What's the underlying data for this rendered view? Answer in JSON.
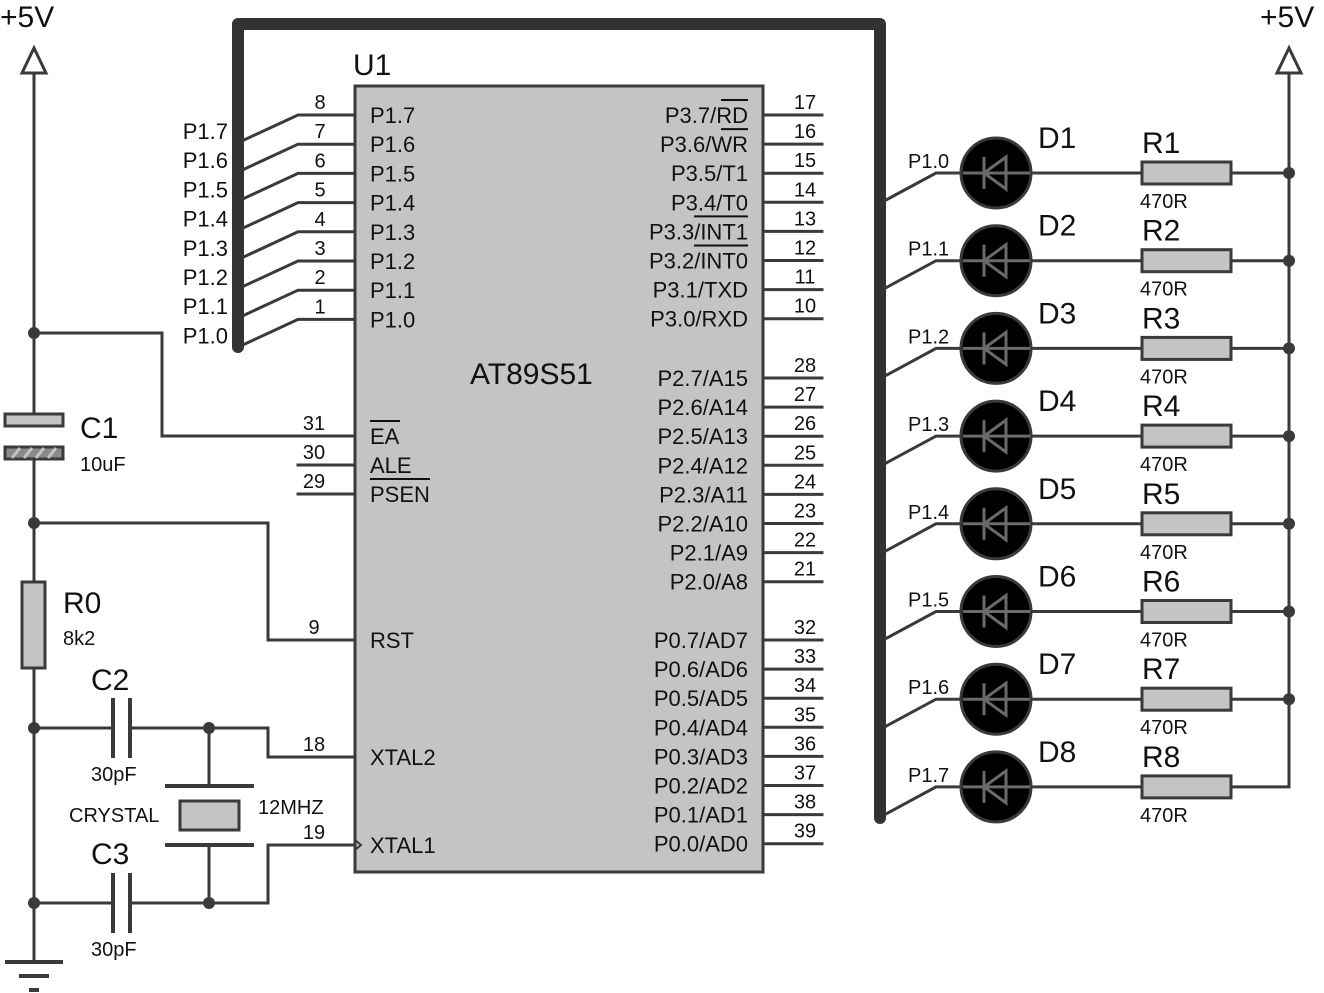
{
  "schematic": {
    "power_left": "+5V",
    "power_right": "+5V",
    "ic": {
      "ref": "U1",
      "part": "AT89S51",
      "left_pins": [
        {
          "name": "P1.7",
          "num": "8"
        },
        {
          "name": "P1.6",
          "num": "7"
        },
        {
          "name": "P1.5",
          "num": "6"
        },
        {
          "name": "P1.4",
          "num": "5"
        },
        {
          "name": "P1.3",
          "num": "4"
        },
        {
          "name": "P1.2",
          "num": "3"
        },
        {
          "name": "P1.1",
          "num": "2"
        },
        {
          "name": "P1.0",
          "num": "1"
        }
      ],
      "ctrl_pins": [
        {
          "name": "EA",
          "num": "31",
          "overbar": true
        },
        {
          "name": "ALE",
          "num": "30",
          "overbar": false
        },
        {
          "name": "PSEN",
          "num": "29",
          "overbar": true
        }
      ],
      "rst_pin": {
        "name": "RST",
        "num": "9"
      },
      "xtal2_pin": {
        "name": "XTAL2",
        "num": "18"
      },
      "xtal1_pin": {
        "name": "XTAL1",
        "num": "19"
      },
      "p3_pins": [
        {
          "prefix": "P3.7/",
          "sig": "RD",
          "overbar": true,
          "num": "17"
        },
        {
          "prefix": "P3.6/",
          "sig": "WR",
          "overbar": true,
          "num": "16"
        },
        {
          "prefix": "P3.5/",
          "sig": "T1",
          "overbar": false,
          "num": "15"
        },
        {
          "prefix": "P3.4/",
          "sig": "T0",
          "overbar": false,
          "num": "14"
        },
        {
          "prefix": "P3.3/",
          "sig": "INT1",
          "overbar": true,
          "num": "13"
        },
        {
          "prefix": "P3.2/",
          "sig": "INT0",
          "overbar": true,
          "num": "12"
        },
        {
          "prefix": "P3.1/",
          "sig": "TXD",
          "overbar": false,
          "num": "11"
        },
        {
          "prefix": "P3.0/",
          "sig": "RXD",
          "overbar": false,
          "num": "10"
        }
      ],
      "p2_pins": [
        {
          "name": "P2.7/A15",
          "num": "28"
        },
        {
          "name": "P2.6/A14",
          "num": "27"
        },
        {
          "name": "P2.5/A13",
          "num": "26"
        },
        {
          "name": "P2.4/A12",
          "num": "25"
        },
        {
          "name": "P2.3/A11",
          "num": "24"
        },
        {
          "name": "P2.2/A10",
          "num": "23"
        },
        {
          "name": "P2.1/A9",
          "num": "22"
        },
        {
          "name": "P2.0/A8",
          "num": "21"
        }
      ],
      "p0_pins": [
        {
          "name": "P0.7/AD7",
          "num": "32"
        },
        {
          "name": "P0.6/AD6",
          "num": "33"
        },
        {
          "name": "P0.5/AD5",
          "num": "34"
        },
        {
          "name": "P0.4/AD4",
          "num": "35"
        },
        {
          "name": "P0.3/AD3",
          "num": "36"
        },
        {
          "name": "P0.2/AD2",
          "num": "37"
        },
        {
          "name": "P0.1/AD1",
          "num": "38"
        },
        {
          "name": "P0.0/AD0",
          "num": "39"
        }
      ]
    },
    "bus_labels": [
      "P1.7",
      "P1.6",
      "P1.5",
      "P1.4",
      "P1.3",
      "P1.2",
      "P1.1",
      "P1.0"
    ],
    "c1": {
      "ref": "C1",
      "value": "10uF"
    },
    "r0": {
      "ref": "R0",
      "value": "8k2"
    },
    "c2": {
      "ref": "C2",
      "value": "30pF"
    },
    "c3": {
      "ref": "C3",
      "value": "30pF"
    },
    "crystal": {
      "ref": "CRYSTAL",
      "value": "12MHZ"
    },
    "leds": [
      {
        "ref": "D1",
        "net": "P1.0",
        "res_ref": "R1",
        "res_value": "470R"
      },
      {
        "ref": "D2",
        "net": "P1.1",
        "res_ref": "R2",
        "res_value": "470R"
      },
      {
        "ref": "D3",
        "net": "P1.2",
        "res_ref": "R3",
        "res_value": "470R"
      },
      {
        "ref": "D4",
        "net": "P1.3",
        "res_ref": "R4",
        "res_value": "470R"
      },
      {
        "ref": "D5",
        "net": "P1.4",
        "res_ref": "R5",
        "res_value": "470R"
      },
      {
        "ref": "D6",
        "net": "P1.5",
        "res_ref": "R6",
        "res_value": "470R"
      },
      {
        "ref": "D7",
        "net": "P1.6",
        "res_ref": "R7",
        "res_value": "470R"
      },
      {
        "ref": "D8",
        "net": "P1.7",
        "res_ref": "R8",
        "res_value": "470R"
      }
    ]
  }
}
